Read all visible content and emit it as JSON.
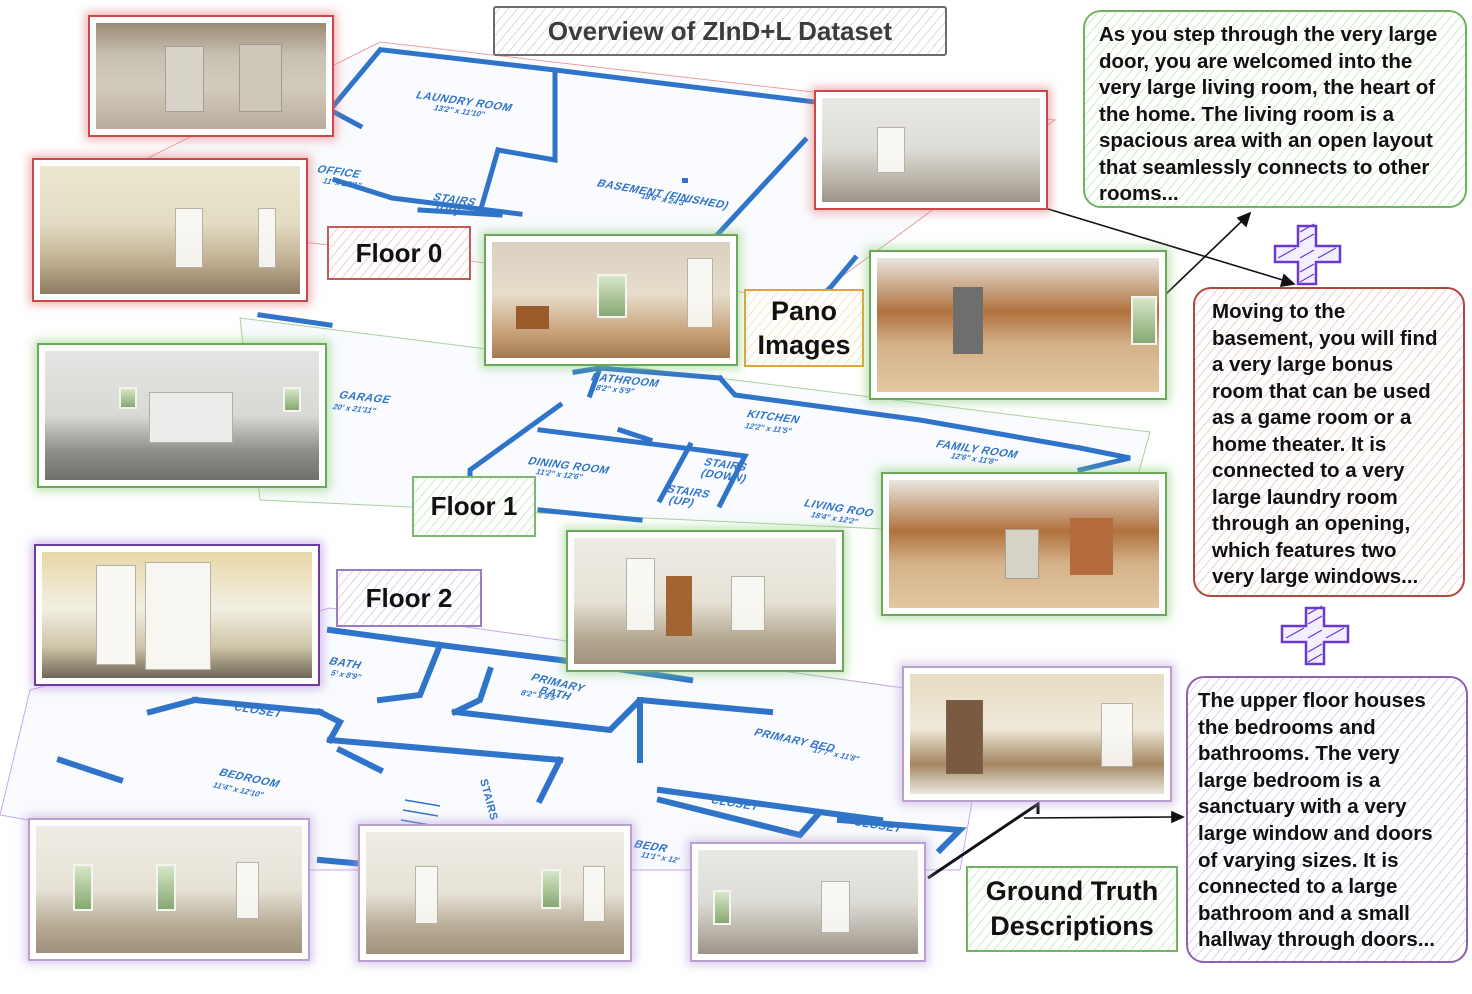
{
  "title": "Overview of ZInD+L Dataset",
  "floors": {
    "floor0": "Floor 0",
    "floor1": "Floor 1",
    "floor2": "Floor 2"
  },
  "pano_label": {
    "line1": "Pano",
    "line2": "Images"
  },
  "ground_truth_label": {
    "line1": "Ground Truth",
    "line2": "Descriptions"
  },
  "descriptions": {
    "floor0": [
      "As you step through the very large",
      "door, you are welcomed into the",
      "very large living room, the heart of",
      "the home. The living room is a",
      "spacious area with an open layout",
      "that seamlessly connects to other",
      "rooms..."
    ],
    "floor1": [
      "Moving to the",
      "basement, you will find",
      "a very large bonus",
      "room that can be used",
      "as a game room or a",
      "home theater. It is",
      "connected to a very",
      "large laundry room",
      "through an opening,",
      "which features two",
      "very large windows..."
    ],
    "floor2": [
      "The upper floor houses",
      "the bedrooms and",
      "bathrooms. The very",
      "large bedroom is a",
      "sanctuary with a very",
      "large window and doors",
      "of varying sizes. It is",
      "connected to a large",
      "bathroom and a small",
      "hallway through doors..."
    ]
  },
  "floorplan_labels": {
    "floor0": {
      "laundry": "LAUNDRY ROOM",
      "laundry_dim": "13'2\" x 11'10\"",
      "office": "OFFICE",
      "office_dim": "11' x 12'1\"",
      "stairs": "STAIRS",
      "stairs_sub": "(UP)",
      "basement": "BASEMENT (FINISHED)",
      "basement_dim": "18'6\" x 24'3\""
    },
    "floor1": {
      "bathroom": "BATHROOM",
      "bathroom_dim": "8'2\" x 5'9\"",
      "kitchen": "KITCHEN",
      "kitchen_dim": "12'2\" x 11'5\"",
      "garage": "GARAGE",
      "garage_dim": "20' x 21'11\"",
      "family": "FAMILY ROOM",
      "family_dim": "12'6\" x 11'8\"",
      "dining": "DINING ROOM",
      "dining_dim": "11'2\" x 12'6\"",
      "stairs_down": "STAIRS",
      "stairs_down_sub": "(DOWN)",
      "stairs_up": "STAIRS",
      "stairs_up_sub": "(UP)",
      "living": "LIVING ROO",
      "living_dim": "18'4\" x 12'2\""
    },
    "floor2": {
      "bath": "BATH",
      "bath_dim": "5' x 8'9\"",
      "closet_left": "CLOSET",
      "primary_bath": "PRIMARY",
      "primary_bath2": "BATH",
      "primary_bath_dim": "8'2\" x 9'5\"",
      "primary_bed": "PRIMARY BED",
      "primary_bed_dim": "17'7\" x 11'8\"",
      "bedroom": "BEDROOM",
      "bedroom_dim": "11'4\" x 12'10\"",
      "stairs": "STAIRS (D",
      "closet_mid": "CLOSET",
      "closet_right": "CLOSET",
      "bedroom2": "BEDR",
      "bedroom2_dim": "11'1\" x 12'"
    }
  },
  "colors": {
    "floor0_accent": "#c94848",
    "floor1_accent": "#6aa85a",
    "floor2_accent": "#6b3c9c",
    "plan_blue": "#2f74c9",
    "plus_color": "#6a3ad0"
  },
  "icons": {
    "plus_1": "plus-sign-icon",
    "plus_2": "plus-sign-icon"
  }
}
